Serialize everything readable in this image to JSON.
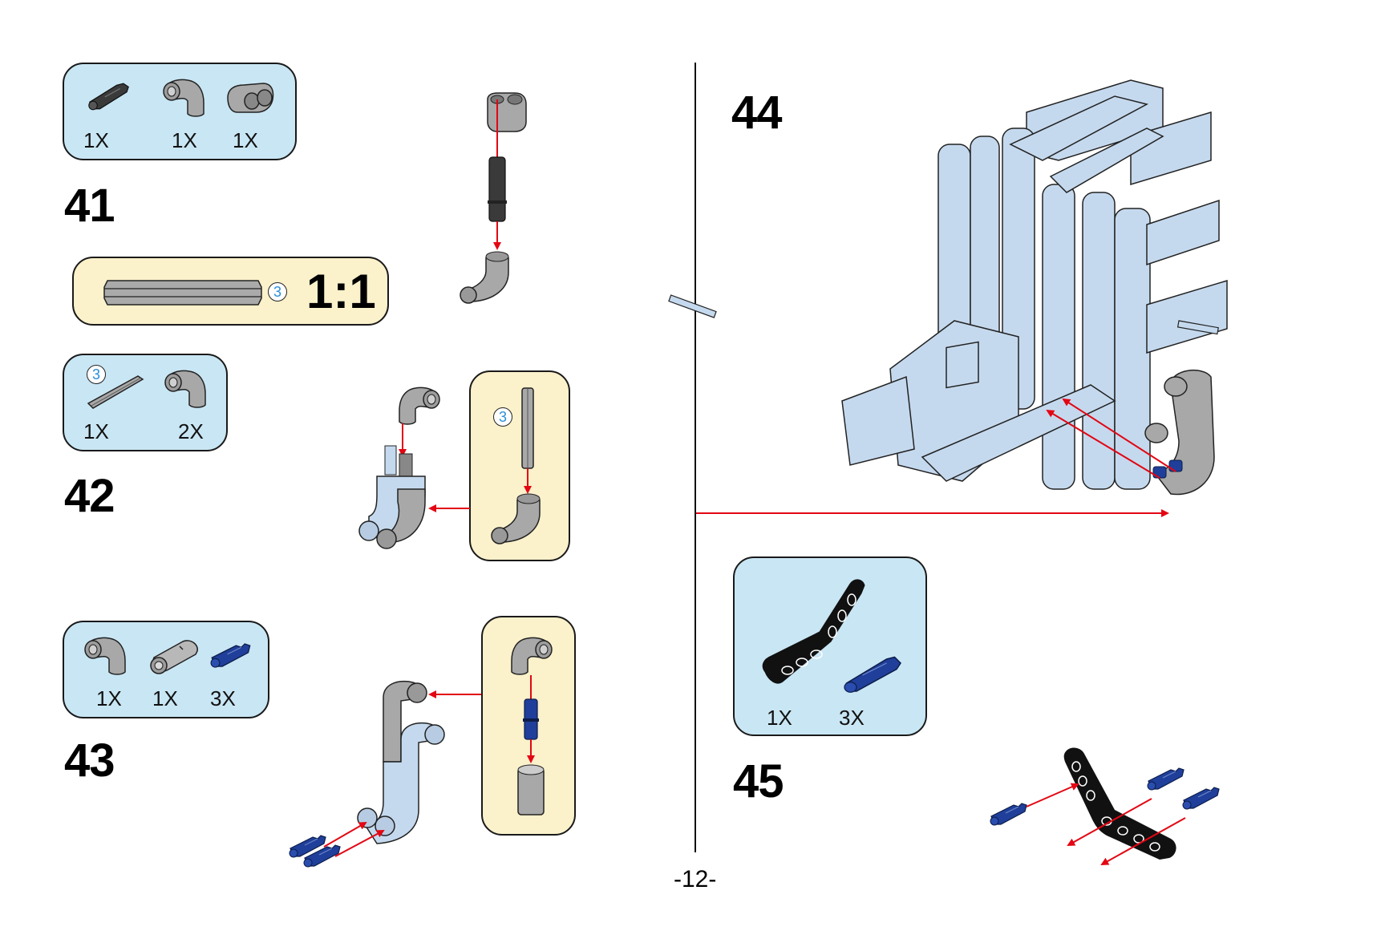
{
  "page": {
    "number_label": "-12-",
    "colors": {
      "parts_box_bg": "#c9e6f4",
      "sub_box_bg": "#fbf1cb",
      "arrow": "#e30613",
      "blue_pin": "#1f3f9a",
      "grey_part": "#a8a8a8",
      "light_blue_part": "#c5d9ee",
      "black_beam": "#111111",
      "badge_text": "#2b8fd8"
    }
  },
  "steps": [
    {
      "number": "41",
      "parts": [
        {
          "icon": "black-axle-pin-icon",
          "qty": "1X"
        },
        {
          "icon": "grey-elbow-connector-icon",
          "qty": "1X"
        },
        {
          "icon": "grey-2-hole-beam-icon",
          "qty": "1X"
        }
      ],
      "scale_reference": {
        "icon": "axle-3-icon",
        "badge": "3",
        "ratio": "1:1"
      }
    },
    {
      "number": "42",
      "parts": [
        {
          "icon": "grey-axle-3-icon",
          "qty": "1X",
          "badge": "3"
        },
        {
          "icon": "grey-elbow-connector-icon",
          "qty": "2X"
        }
      ],
      "sub_assembly": {
        "badge": "3"
      }
    },
    {
      "number": "43",
      "parts": [
        {
          "icon": "grey-elbow-connector-icon",
          "qty": "1X"
        },
        {
          "icon": "grey-axle-connector-icon",
          "qty": "1X"
        },
        {
          "icon": "blue-axle-pin-icon",
          "qty": "3X"
        }
      ]
    },
    {
      "number": "44"
    },
    {
      "number": "45",
      "parts": [
        {
          "icon": "black-bent-beam-icon",
          "qty": "1X"
        },
        {
          "icon": "blue-long-pin-icon",
          "qty": "3X"
        }
      ]
    }
  ]
}
